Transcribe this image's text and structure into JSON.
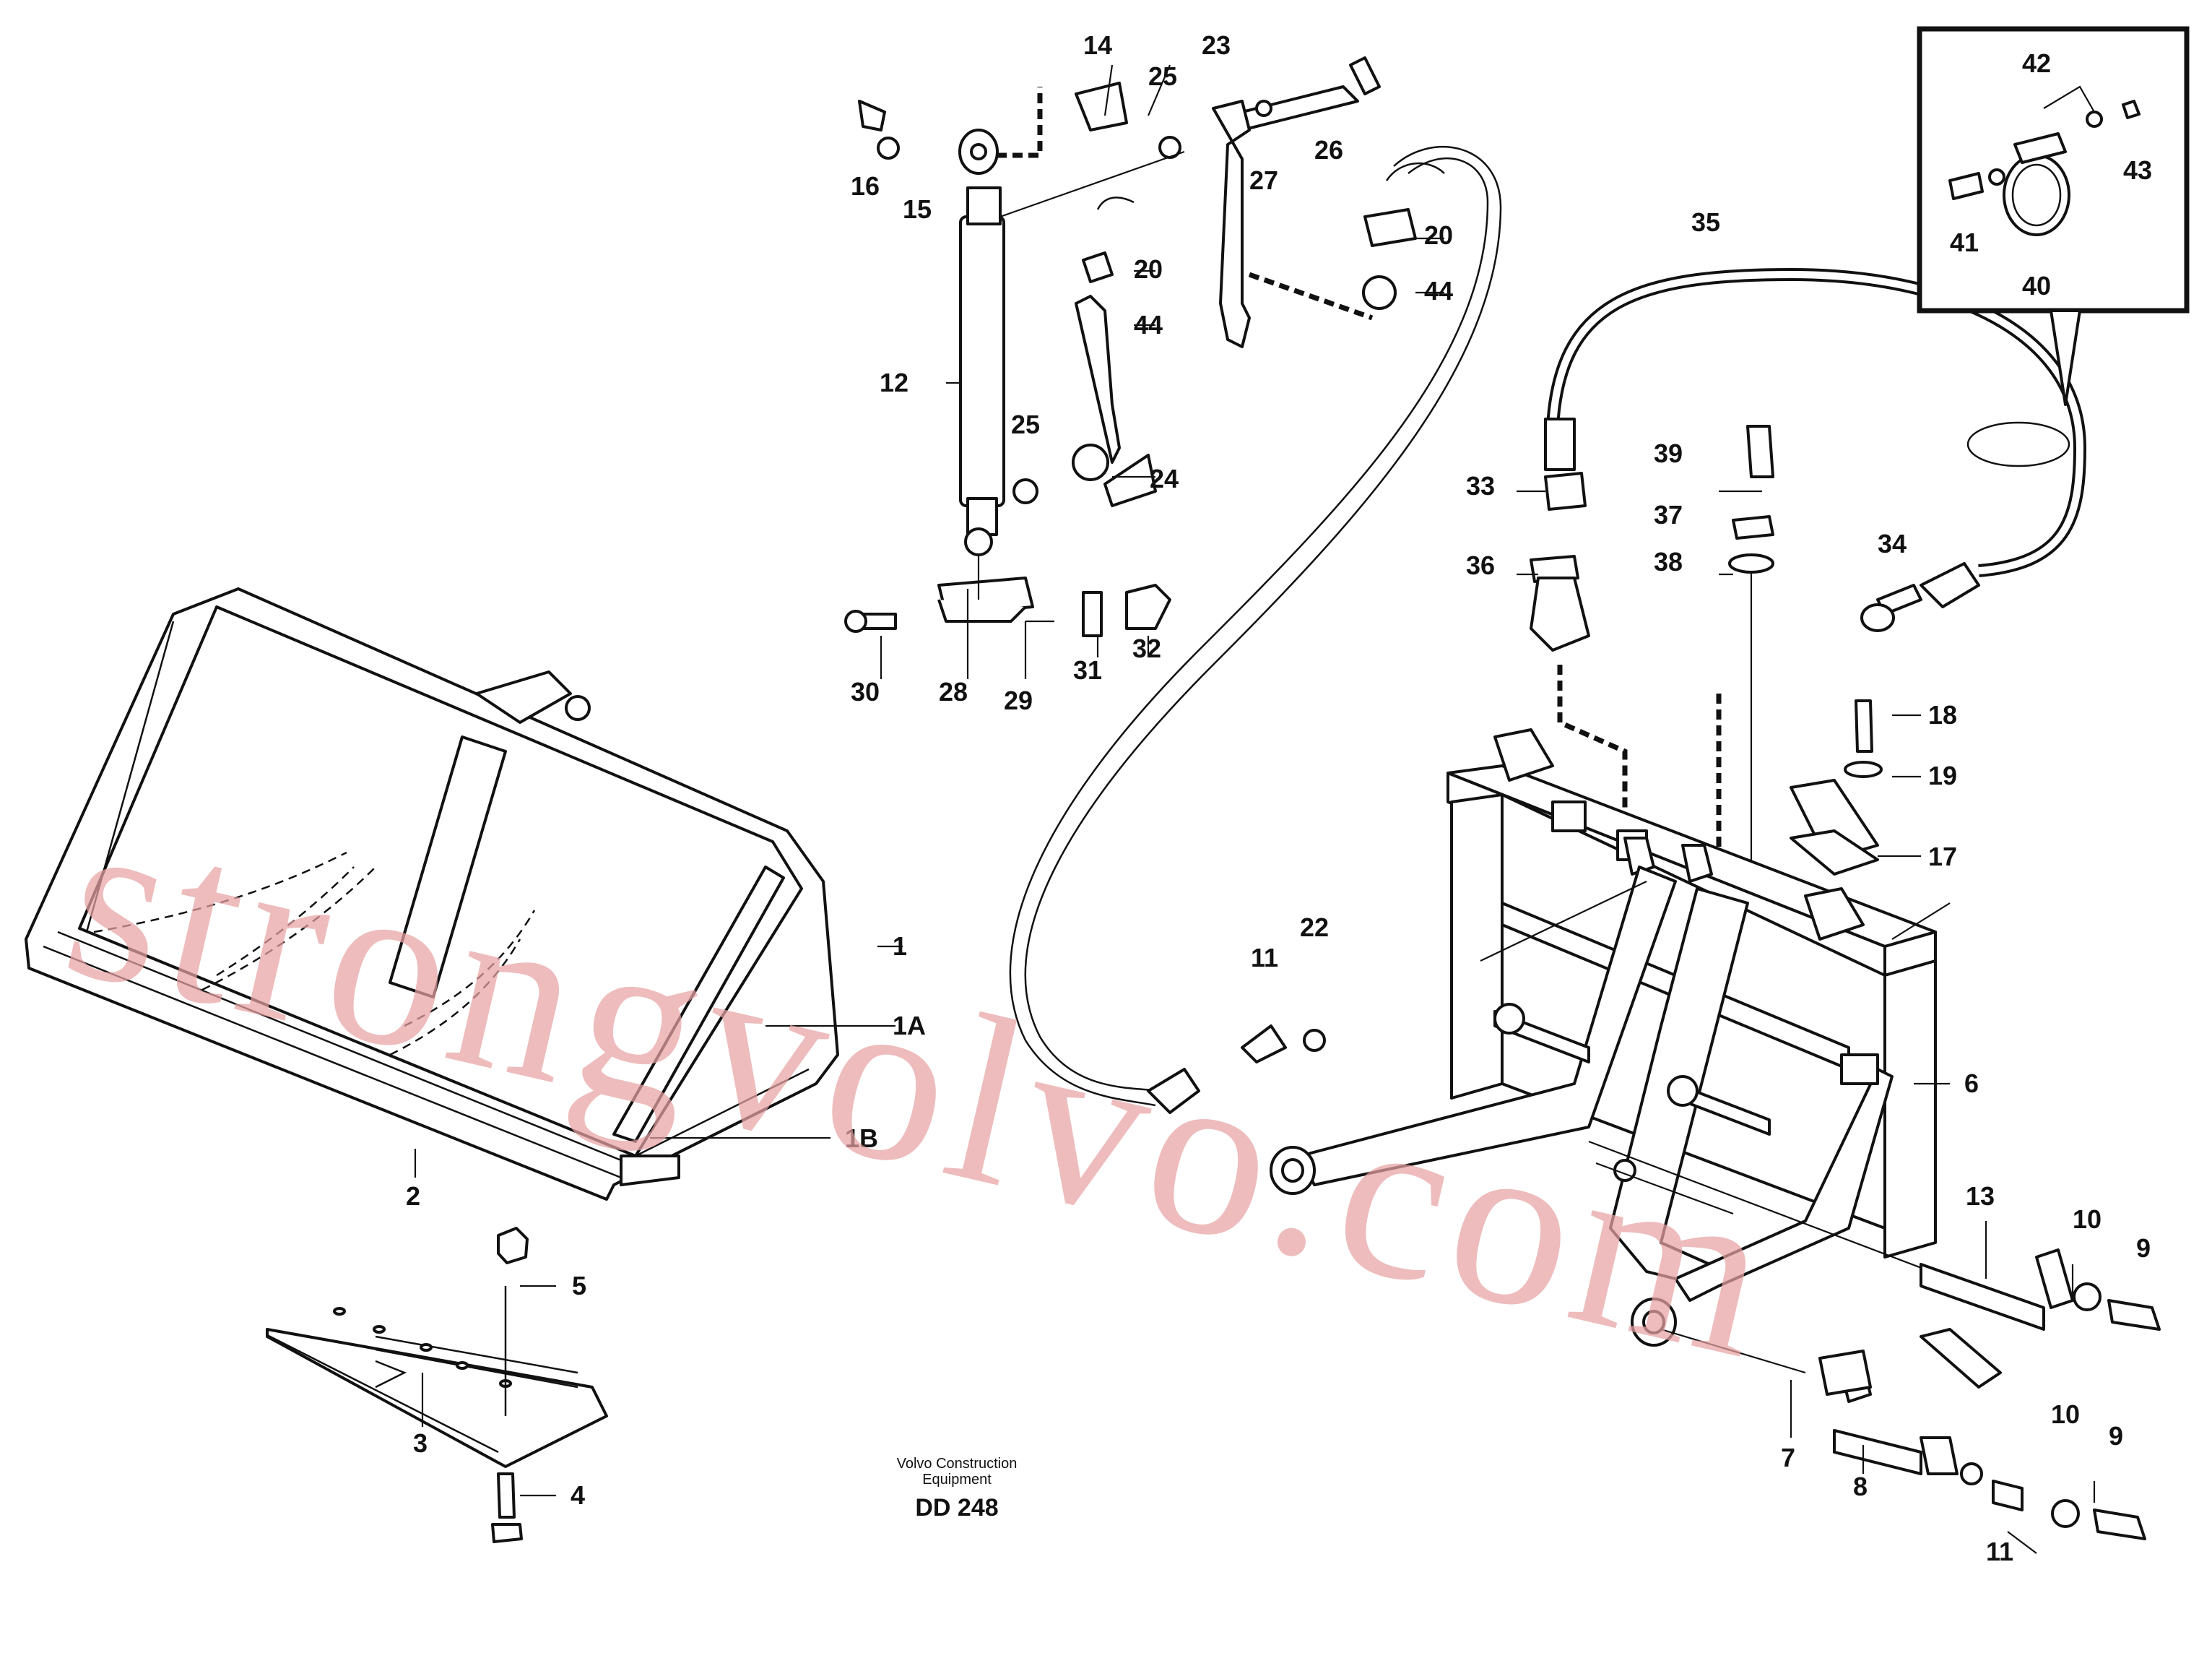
{
  "diagram": {
    "caption_line1": "Volvo Construction",
    "caption_line2": "Equipment",
    "drawing_code": "DD 248",
    "watermark": "strongvolvo.com",
    "callouts": {
      "c1": "1",
      "c1A": "1A",
      "c1B": "1B",
      "c2": "2",
      "c3": "3",
      "c4": "4",
      "c5": "5",
      "c6": "6",
      "c7": "7",
      "c8": "8",
      "c9a": "9",
      "c9b": "9",
      "c10a": "10",
      "c10b": "10",
      "c11a": "11",
      "c11b": "11",
      "c12": "12",
      "c13": "13",
      "c14": "14",
      "c15": "15",
      "c16": "16",
      "c17": "17",
      "c18": "18",
      "c19": "19",
      "c20a": "20",
      "c20b": "20",
      "c22": "22",
      "c23": "23",
      "c24": "24",
      "c25a": "25",
      "c25b": "25",
      "c26": "26",
      "c27": "27",
      "c28": "28",
      "c29": "29",
      "c30": "30",
      "c31": "31",
      "c32": "32",
      "c33": "33",
      "c34": "34",
      "c35": "35",
      "c36": "36",
      "c37": "37",
      "c38": "38",
      "c39": "39",
      "c40": "40",
      "c41": "41",
      "c42": "42",
      "c43": "43",
      "c44a": "44",
      "c44b": "44"
    }
  }
}
